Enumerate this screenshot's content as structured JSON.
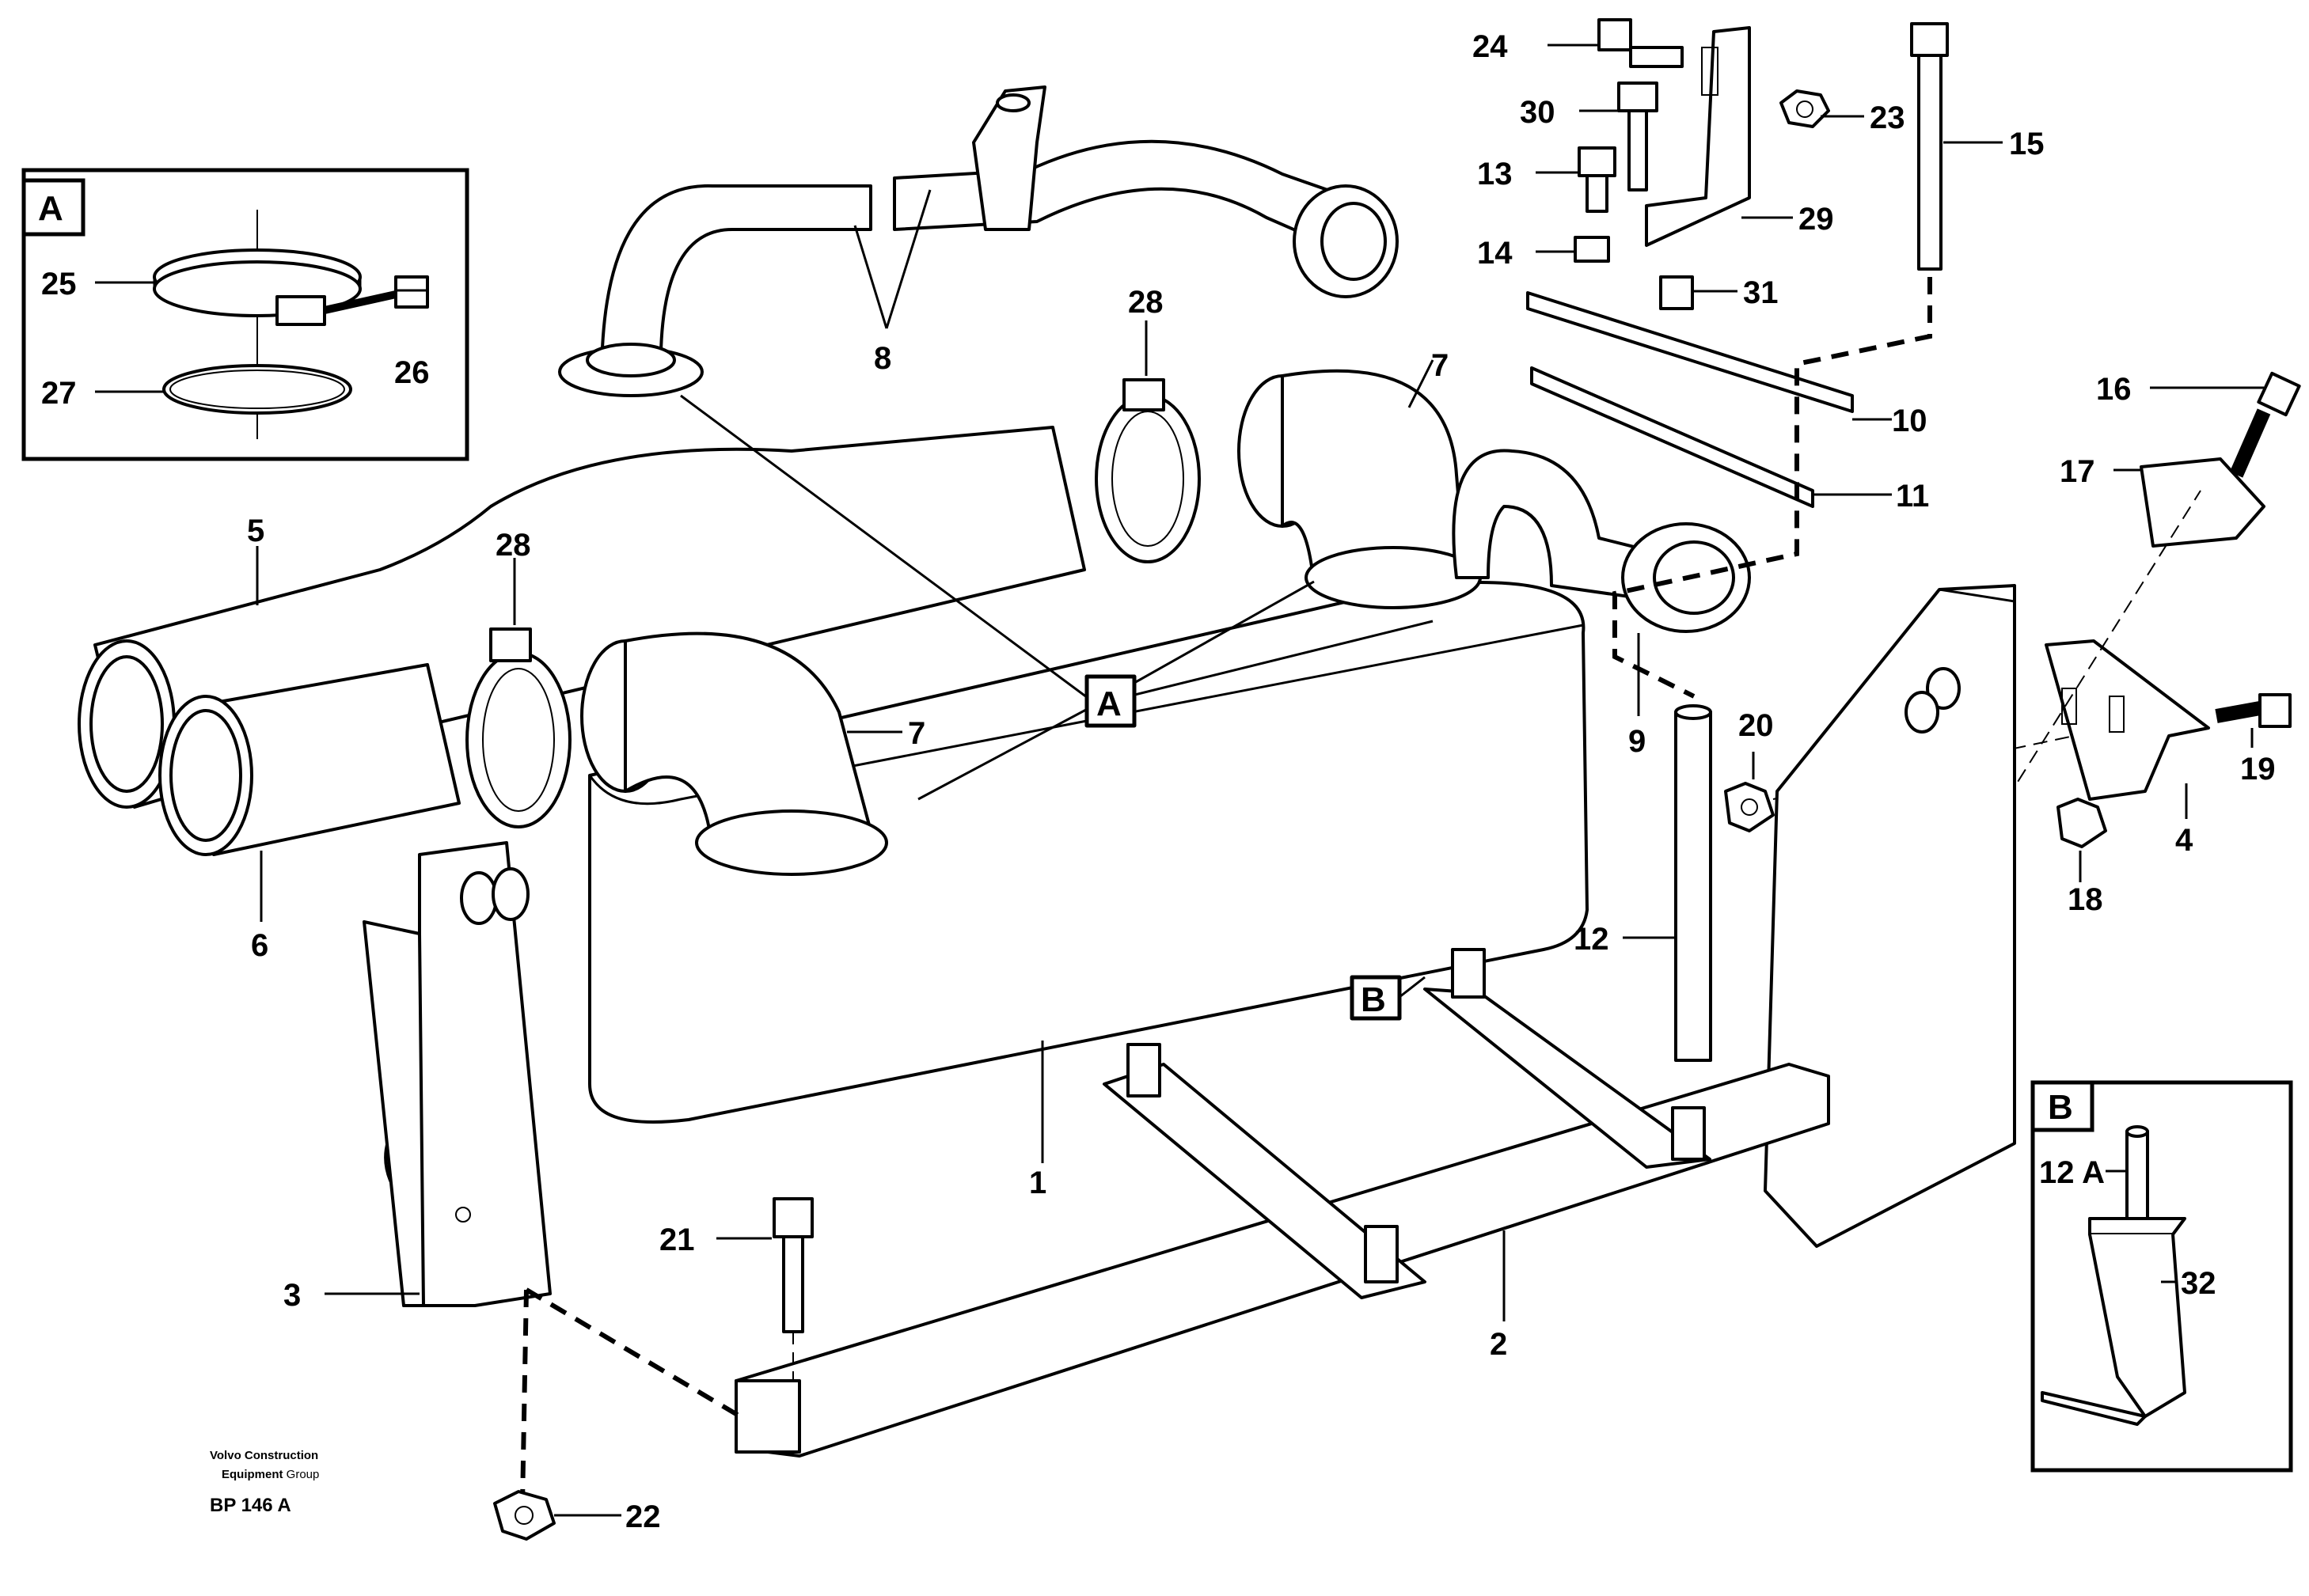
{
  "callouts": {
    "c1": "1",
    "c2": "2",
    "c3": "3",
    "c4": "4",
    "c5": "5",
    "c6": "6",
    "c7a": "7",
    "c7b": "7",
    "c8": "8",
    "c9": "9",
    "c10": "10",
    "c11": "11",
    "c12": "12",
    "c13": "13",
    "c14": "14",
    "c15": "15",
    "c16": "16",
    "c17": "17",
    "c18": "18",
    "c19": "19",
    "c20": "20",
    "c21": "21",
    "c22": "22",
    "c23": "23",
    "c24": "24",
    "c25": "25",
    "c26": "26",
    "c27": "27",
    "c28a": "28",
    "c28b": "28",
    "c29": "29",
    "c30": "30",
    "c31": "31",
    "c32": "32"
  },
  "detail_a": {
    "label": "A"
  },
  "detail_b": {
    "label": "B",
    "part_label": "12 A"
  },
  "reference_a": "A",
  "reference_b": "B",
  "footer": {
    "company_line1": "Volvo Construction",
    "company_line2_bold": "Equipment",
    "company_line2_rest": " Group",
    "drawing_code": "BP 146 A"
  }
}
